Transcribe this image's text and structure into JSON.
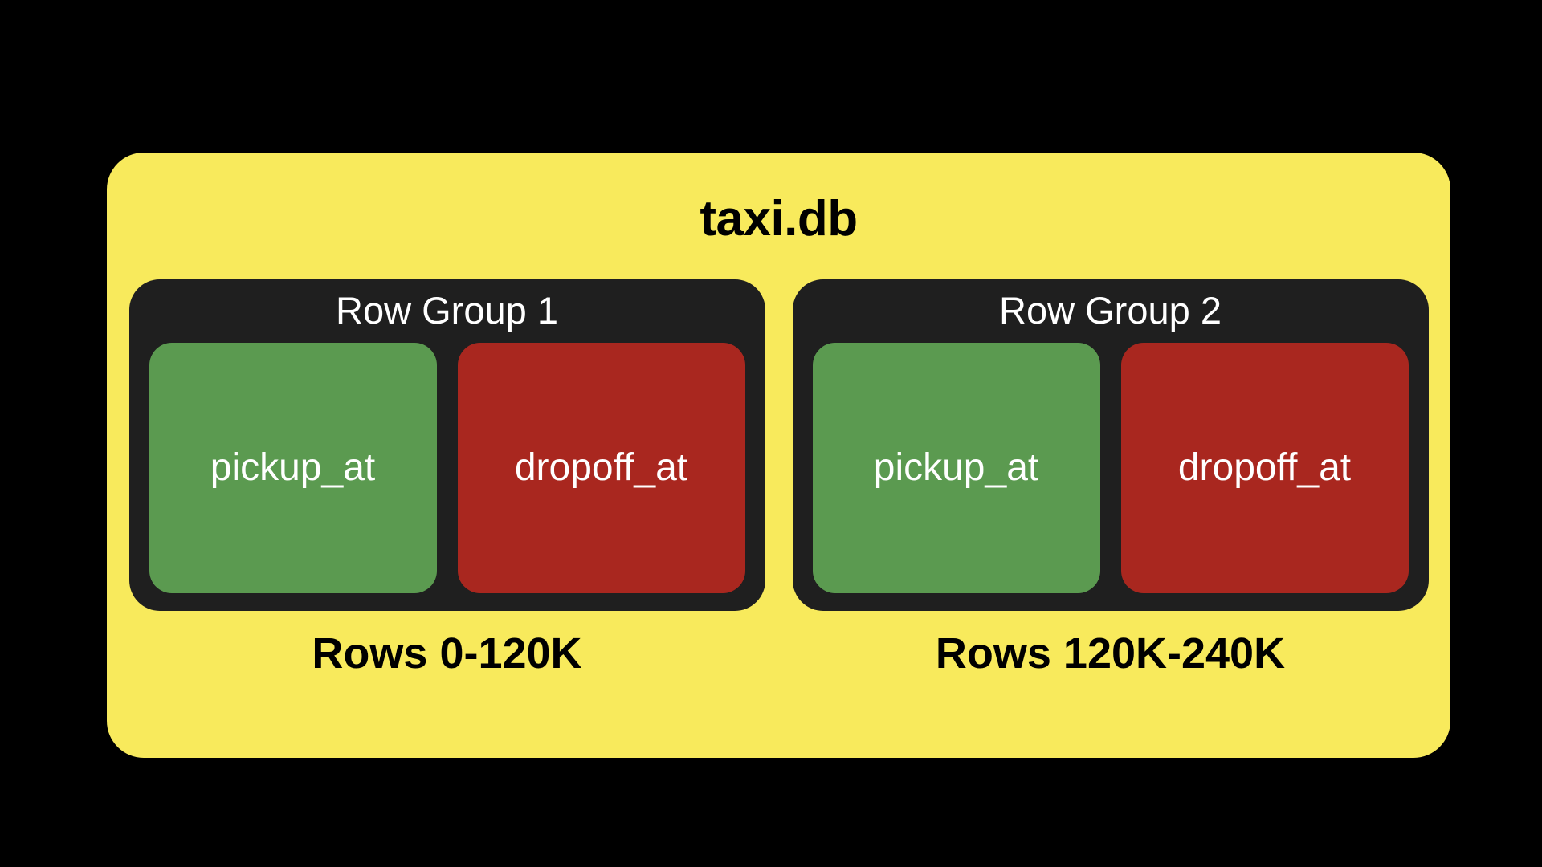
{
  "colors": {
    "background": "#000000",
    "database_panel": "#F8EA5C",
    "row_group_panel": "#1F1F1F",
    "column_green": "#5B9A50",
    "column_red": "#A9271F",
    "text_dark": "#000000",
    "text_light": "#FFFFFF"
  },
  "database": {
    "title": "taxi.db",
    "row_groups": [
      {
        "title": "Row Group 1",
        "rows_caption": "Rows 0-120K",
        "columns": [
          {
            "label": "pickup_at",
            "color": "green"
          },
          {
            "label": "dropoff_at",
            "color": "red"
          }
        ]
      },
      {
        "title": "Row Group 2",
        "rows_caption": "Rows 120K-240K",
        "columns": [
          {
            "label": "pickup_at",
            "color": "green"
          },
          {
            "label": "dropoff_at",
            "color": "red"
          }
        ]
      }
    ]
  }
}
